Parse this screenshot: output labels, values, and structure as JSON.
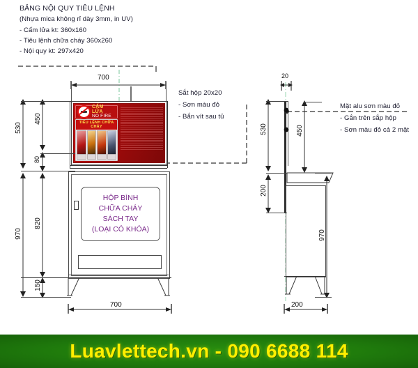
{
  "drawing": {
    "title_block": {
      "heading": "BẢNG NỘI QUY TIÊU LỆNH",
      "subheading": "(Nhựa mica không rỉ dày 3mm, in UV)",
      "items": [
        "- Cấm lửa kt: 360x160",
        "- Tiêu lệnh chữa cháy 360x260",
        "- Nội quy kt: 297x420"
      ]
    },
    "notes_center": {
      "heading": "Sắt hộp 20x20",
      "items": [
        "- Sơn màu đỏ",
        "- Bắn vít sau tủ"
      ]
    },
    "notes_right": {
      "items": [
        "Mặt alu sơn màu đỏ",
        "- Gắn trên sắp hộp",
        "- Sơn màu đỏ cả 2 mặt"
      ]
    },
    "sign": {
      "nofire_title": "CẤM LỬA",
      "nofire_subtitle": "NO FIRE",
      "tieulenh_title": "TIÊU LỆNH CHỮA CHÁY",
      "icon": "no-fire-icon"
    },
    "cabinet_label": [
      "HỘP BÌNH",
      "CHỮA CHÁY",
      "SÁCH TAY",
      "(LOẠI CÓ KHÓA)"
    ],
    "dimensions": {
      "front_top_width": "700",
      "front_bottom_width": "700",
      "front_outer_upper": "530",
      "front_sign_height": "450",
      "front_gap": "80",
      "front_outer_lower": "970",
      "front_cabinet_height": "820",
      "front_leg_height": "150",
      "side_top_width": "20",
      "side_bottom_width": "200",
      "side_outer_upper": "530",
      "side_sign_height": "450",
      "side_bracket": "200",
      "side_outer_lower": "970"
    }
  },
  "footer": {
    "text": "Luavlettech.vn - 090 6688 114"
  },
  "colors": {
    "sign_red": "#c41010",
    "label_purple": "#7a2a8a",
    "footer_green": "#1f7a0c",
    "footer_yellow": "#ffef00",
    "line": "#3a3a3a"
  }
}
